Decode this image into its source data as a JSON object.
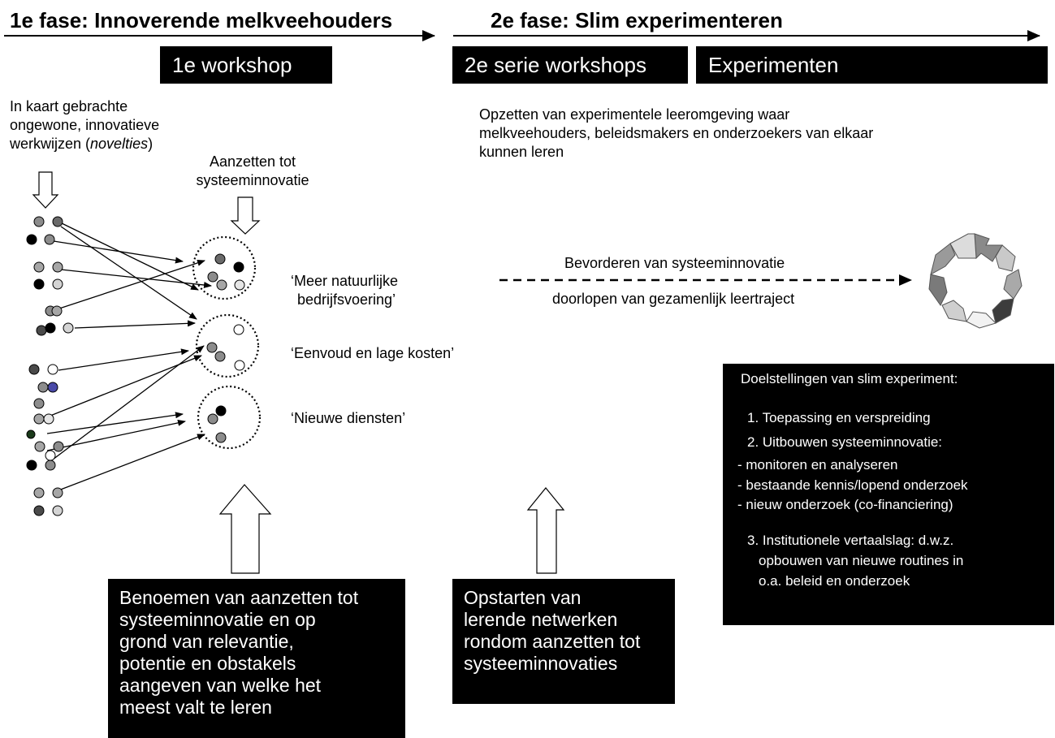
{
  "phase1": {
    "title": "1e fase: Innoverende melkveehouders",
    "workshop": "1e workshop"
  },
  "phase2": {
    "title": "2e fase: Slim experimenteren",
    "workshops": "2e serie workshops",
    "experiments": "Experimenten"
  },
  "left_text": {
    "line1": "In kaart gebrachte",
    "line2": "ongewone, innovatieve",
    "line3_prefix": "werkwijzen (",
    "line3_italic": "novelties",
    "line3_suffix": ")"
  },
  "aanzetten": {
    "line1": "Aanzetten tot",
    "line2": "systeeminnovatie"
  },
  "clusters": {
    "c1_line1": "‘Meer natuurlijke",
    "c1_line2": "bedrijfsvoering’",
    "c2": "‘Eenvoud en lage kosten’",
    "c3": "‘Nieuwe diensten’"
  },
  "experimental": {
    "line1": "Opzetten van experimentele leeromgeving waar",
    "line2": "melkveehouders, beleidsmakers en onderzoekers van elkaar",
    "line3": "kunnen leren"
  },
  "arrow_labels": {
    "top": "Bevorderen van systeeminnovatie",
    "bottom": "doorlopen van gezamenlijk leertraject"
  },
  "goals": {
    "title": "Doelstellingen van slim experiment:",
    "items": [
      "1. Toepassing en verspreiding",
      "2. Uitbouwen systeeminnovatie:",
      "- monitoren en analyseren",
      "- bestaande kennis/lopend onderzoek",
      "- nieuw onderzoek (co-financiering)",
      "3. Institutionele vertaalslag: d.w.z.",
      "opbouwen van nieuwe routines in",
      "o.a. beleid en onderzoek"
    ]
  },
  "bottom_left": {
    "lines": [
      "Benoemen van aanzetten tot",
      "systeeminnovatie en op",
      "grond van relevantie,",
      "potentie en obstakels",
      "aangeven van welke het",
      "meest valt te leren"
    ]
  },
  "bottom_mid": {
    "lines": [
      "Opstarten van",
      "lerende netwerken",
      "rondom aanzetten tot",
      "systeeminnovaties"
    ]
  },
  "colors": {
    "box": "#000000",
    "dot_light": "#d4d4d4",
    "dot_mid": "#8c8c8c",
    "dot_dark": "#4a4a4a",
    "dot_black": "#000000",
    "dot_blue": "#4a4aa8"
  }
}
